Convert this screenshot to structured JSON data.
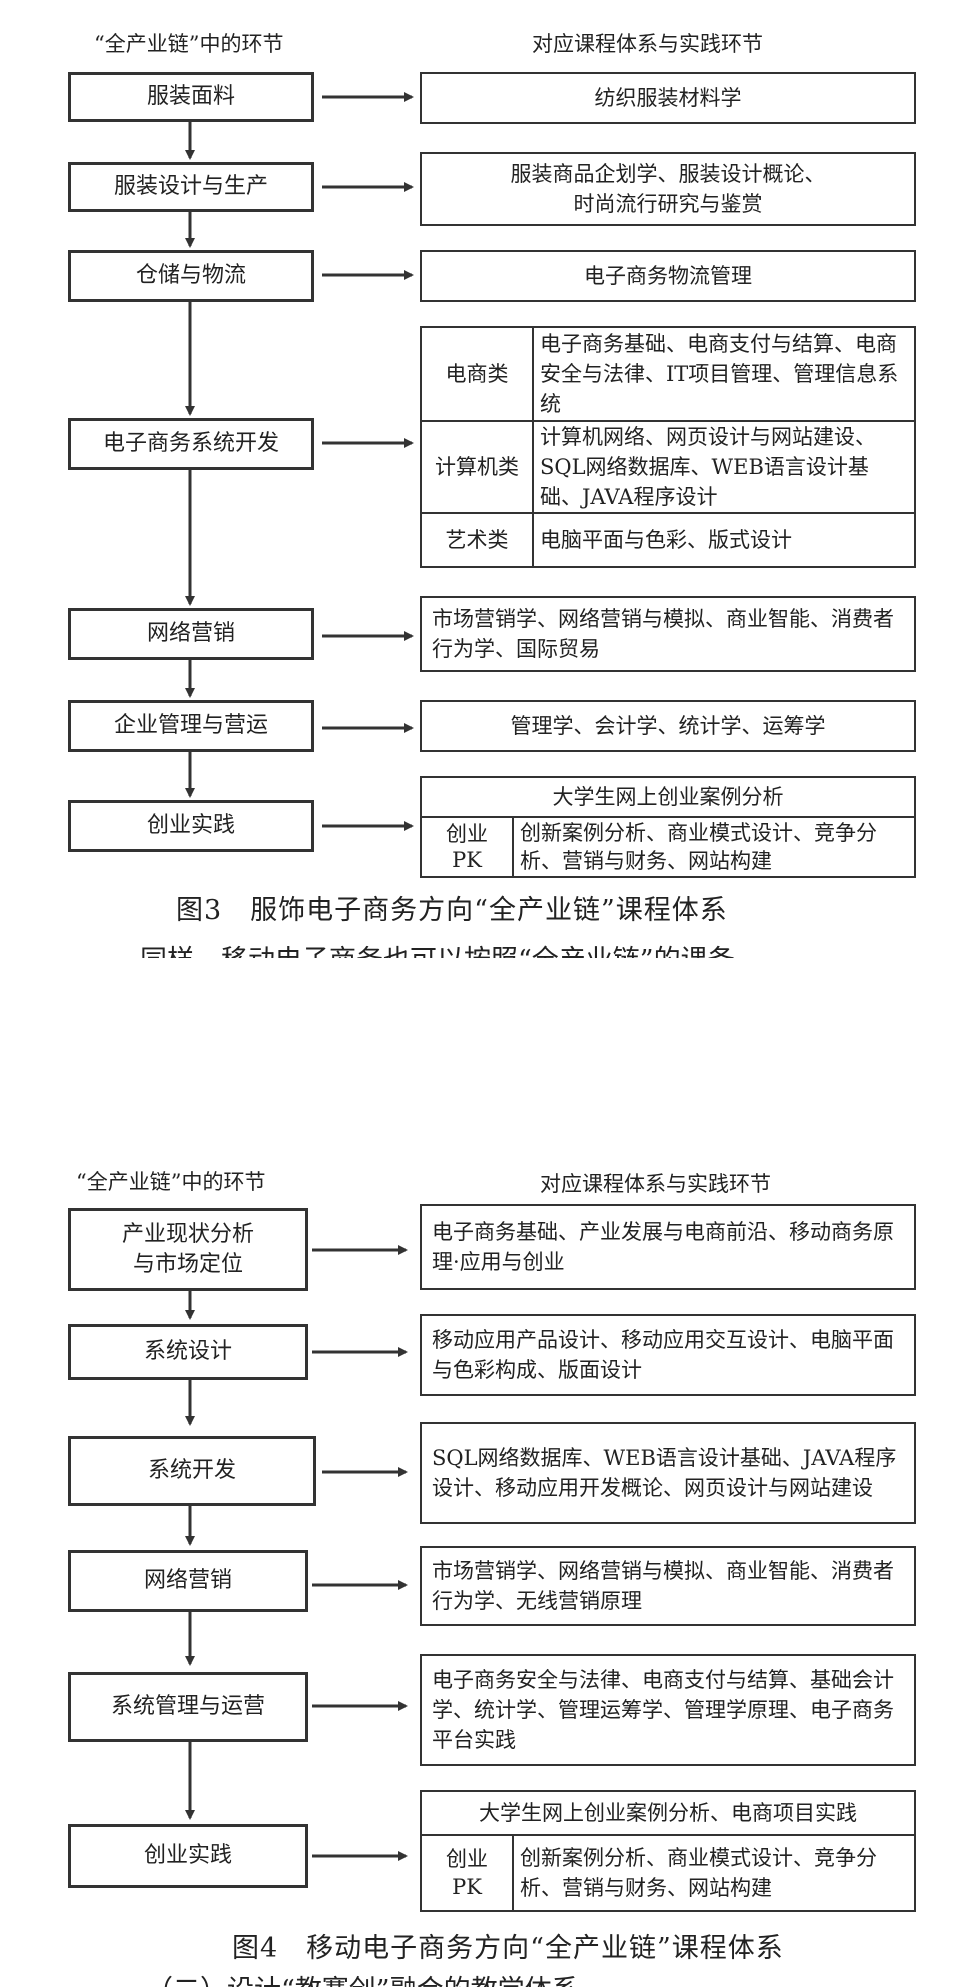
{
  "fig3": {
    "header_left": "“全产业链”中的环节",
    "header_right": "对应课程体系与实践环节",
    "stages": [
      "服装面料",
      "服装设计与生产",
      "仓储与物流",
      "电子商务系统开发",
      "网络营销",
      "企业管理与营运",
      "创业实践"
    ],
    "courses": {
      "fabric": "纺织服装材料学",
      "design_line1": "服装商品企划学、服装设计概论、",
      "design_line2": "时尚流行研究与鉴赏",
      "logistics": "电子商务物流管理",
      "marketing": "市场营销学、网络营销与模拟、商业智能、消费者行为学、国际贸易",
      "management": "管理学、会计学、统计学、运筹学"
    },
    "dev_groups": [
      {
        "category": "电商类",
        "courses": "电子商务基础、电商支付与结算、电商安全与法律、IT项目管理、管理信息系统"
      },
      {
        "category": "计算机类",
        "courses": "计算机网络、网页设计与网站建设、SQL网络数据库、WEB语言设计基础、JAVA程序设计"
      },
      {
        "category": "艺术类",
        "courses": "电脑平面与色彩、版式设计"
      }
    ],
    "startup": {
      "title": "大学生网上创业案例分析",
      "category_line1": "创业",
      "category_line2": "PK",
      "courses": "创新案例分析、商业模式设计、竞争分析、营销与财务、网站构建"
    },
    "caption": "图3　服饰电子商务方向“全产业链”课程体系",
    "cut_text": "同样，移动电子商务也可以按照“全产业链”的课备"
  },
  "fig4": {
    "header_left": "“全产业链”中的环节",
    "header_right": "对应课程体系与实践环节",
    "stages": [
      {
        "line1": "产业现状分析",
        "line2": "与市场定位"
      },
      {
        "line1": "系统设计",
        "line2": ""
      },
      {
        "line1": "系统开发",
        "line2": ""
      },
      {
        "line1": "网络营销",
        "line2": ""
      },
      {
        "line1": "系统管理与运营",
        "line2": ""
      },
      {
        "line1": "创业实践",
        "line2": ""
      }
    ],
    "courses": [
      "电子商务基础、产业发展与电商前沿、移动商务原理·应用与创业",
      "移动应用产品设计、移动应用交互设计、电脑平面与色彩构成、版面设计",
      "SQL网络数据库、WEB语言设计基础、JAVA程序设计、移动应用开发概论、网页设计与网站建设",
      "市场营销学、网络营销与模拟、商业智能、消费者行为学、无线营销原理",
      "电子商务安全与法律、电商支付与结算、基础会计学、统计学、管理运筹学、管理学原理、电子商务平台实践"
    ],
    "startup": {
      "title": "大学生网上创业案例分析、电商项目实践",
      "category_line1": "创业",
      "category_line2": "PK",
      "courses": "创新案例分析、商业模式设计、竞争分析、营销与财务、网站构建"
    },
    "caption": "图4　移动电子商务方向“全产业链”课程体系",
    "cut_text": "（二）设计“教赛创”融合的教学体系"
  }
}
